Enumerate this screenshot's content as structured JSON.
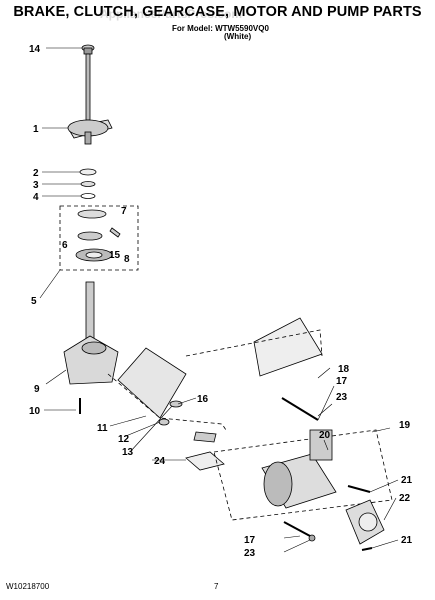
{
  "header": {
    "title": "BRAKE, CLUTCH, GEARCASE, MOTOR AND PUMP PARTS",
    "model_line": "For Model: WTW5590VQ0",
    "color_line": "(White)",
    "watermark": "AppliancePartsPros.com"
  },
  "footer": {
    "doc_number": "W10218700",
    "page_number": "7"
  },
  "callouts": {
    "c1": "1",
    "c2": "2",
    "c3": "3",
    "c4": "4",
    "c5": "5",
    "c6": "6",
    "c7": "7",
    "c8": "8",
    "c9": "9",
    "c10": "10",
    "c11": "11",
    "c12": "12",
    "c13": "13",
    "c14": "14",
    "c15": "15",
    "c16": "16",
    "c17a": "17",
    "c17b": "17",
    "c18": "18",
    "c19": "19",
    "c20": "20",
    "c21a": "21",
    "c21b": "21",
    "c22": "22",
    "c23a": "23",
    "c23b": "23",
    "c24": "24"
  }
}
